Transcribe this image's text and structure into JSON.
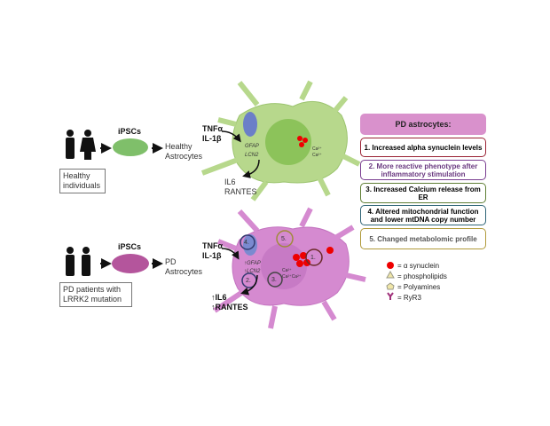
{
  "healthy_row": {
    "group_label": "Healthy individuals",
    "ipsc_label": "iPSCs",
    "astro_label_1": "Healthy",
    "astro_label_2": "Astrocytes",
    "stim_1": "TNFα",
    "stim_2": "IL-1β",
    "gene_1": "GFAP",
    "gene_2": "LCN2",
    "out_1": "IL6",
    "out_2": "RANTES",
    "ca_1": "Ca²⁺",
    "ca_2": "Ca²⁺"
  },
  "pd_row": {
    "group_label_1": "PD patients with",
    "group_label_2": "LRRK2 mutation",
    "ipsc_label": "iPSCs",
    "astro_label_1": "PD",
    "astro_label_2": "Astrocytes",
    "stim_1": "TNFα",
    "stim_2": "IL-1β",
    "gene_1": "↑GFAP",
    "gene_2": "↑LCN2",
    "out_1": "↑IL6",
    "out_2": "↑RANTES",
    "ca": "Ca²⁺",
    "ca_2": "Ca²⁺Ca²⁺",
    "markers": [
      "1.",
      "2.",
      "3.",
      "4.",
      "5."
    ]
  },
  "panel": {
    "title": "PD astrocytes:",
    "items": [
      {
        "text": "1.   Increased alpha synuclein levels",
        "color": "#9b2335"
      },
      {
        "text": "2. More reactive phenotype after inflammatory stimulation",
        "color": "#7a3e91"
      },
      {
        "text": "3. Increased Calcium release from ER",
        "color": "#5f7f35"
      },
      {
        "text": "4. Altered mitochondrial function and lower mtDNA copy number",
        "color": "#2f6577"
      },
      {
        "text": "5. Changed metabolomic profile",
        "color": "#b09a3a"
      }
    ]
  },
  "legend": [
    {
      "icon": "red-circle",
      "text": "= α synuclein"
    },
    {
      "icon": "triangle",
      "text": "= phospholipids"
    },
    {
      "icon": "pentagon",
      "text": "= Polyamines"
    },
    {
      "icon": "ryr3-receptor",
      "text": "= RyR3"
    }
  ],
  "colors": {
    "healthy_cell": "#b7d88c",
    "pd_cell": "#d58ad0",
    "header": "#d991cc"
  }
}
